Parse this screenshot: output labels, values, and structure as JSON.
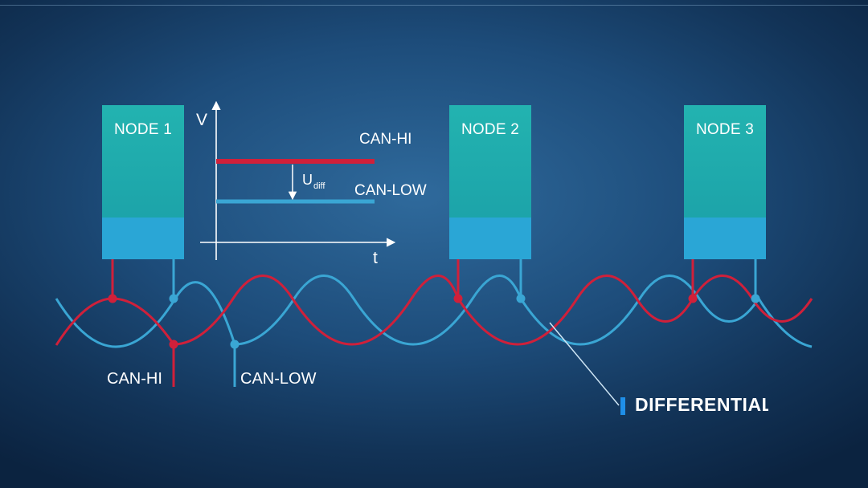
{
  "nodes": [
    {
      "label": "NODE 1"
    },
    {
      "label": "NODE 2"
    },
    {
      "label": "NODE 3"
    }
  ],
  "inset_chart": {
    "y_axis_label": "V",
    "x_axis_label": "t",
    "can_hi_label": "CAN-HI",
    "can_low_label": "CAN-LOW",
    "udiff_main": "U",
    "udiff_sub": "diff"
  },
  "bus": {
    "can_hi_label": "CAN-HI",
    "can_low_label": "CAN-LOW"
  },
  "callout": {
    "text": "DIFFERENTIAL"
  },
  "colors": {
    "can_hi": "#d0203a",
    "can_low": "#3aa6d4",
    "node_top": "#1fa9ab",
    "node_bottom": "#2aa6d6",
    "accent": "#1f8fe8"
  }
}
